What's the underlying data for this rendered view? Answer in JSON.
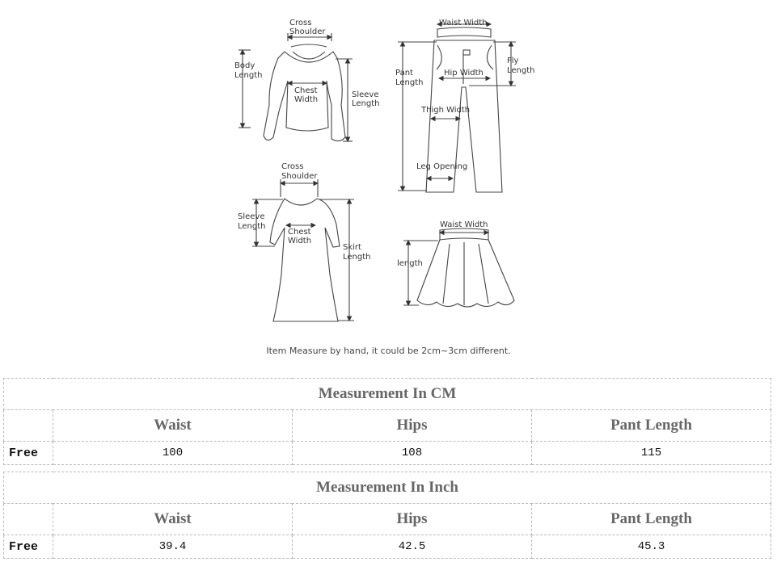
{
  "diagram_labels": {
    "top": {
      "cross_shoulder": [
        "Cross",
        "Shoulder"
      ],
      "body_length": [
        "Body",
        "Length"
      ],
      "chest_width": [
        "Chest",
        "Width"
      ],
      "sleeve_length": [
        "Sleeve",
        "Length"
      ]
    },
    "pants": {
      "waist_width": "Waist Width",
      "pant_length": [
        "Pant",
        "Length"
      ],
      "hip_width": "Hip Width",
      "fly_length": [
        "Fly",
        "Length"
      ],
      "thigh_width": "Thigh Width",
      "leg_opening": "Leg Opening"
    },
    "dress": {
      "cross_shoulder": [
        "Cross",
        "Shoulder"
      ],
      "sleeve_length": [
        "Sleeve",
        "Length"
      ],
      "chest_width": [
        "Chest",
        "Width"
      ],
      "skirt_length": [
        "Skirt",
        "Length"
      ]
    },
    "skirt": {
      "waist_width": "Waist Width",
      "length": "length"
    }
  },
  "note": "Item Measure by hand, it could be 2cm~3cm different.",
  "tables": [
    {
      "title": "Measurement In CM",
      "headers": [
        "Waist",
        "Hips",
        "Pant Length"
      ],
      "row_label": "Free",
      "values": [
        "100",
        "108",
        "115"
      ]
    },
    {
      "title": "Measurement In Inch",
      "headers": [
        "Waist",
        "Hips",
        "Pant Length"
      ],
      "row_label": "Free",
      "values": [
        "39.4",
        "42.5",
        "45.3"
      ]
    }
  ]
}
